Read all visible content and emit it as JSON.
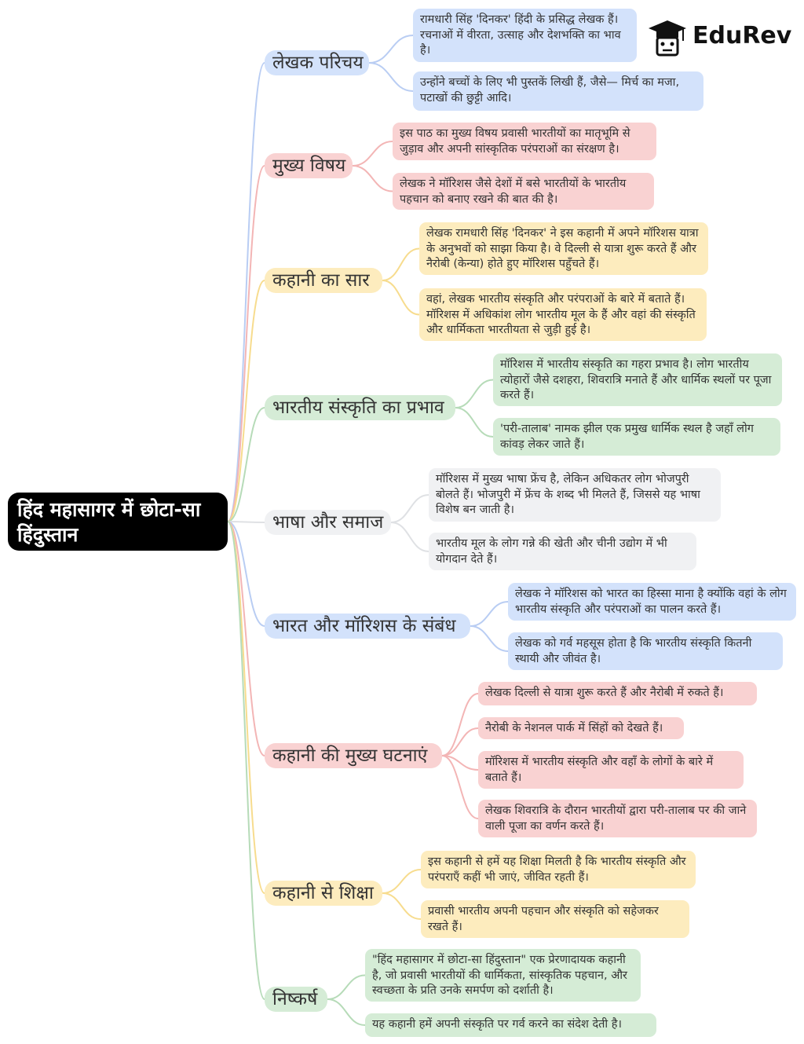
{
  "root": "हिंद महासागर में छोटा-सा हिंदुस्तान",
  "logo": {
    "text": "EduRev"
  },
  "colors": {
    "blue": "#d3e2fb",
    "red": "#f9d2d2",
    "yellow": "#fdecbe",
    "green": "#d5ecd6",
    "gray": "#f0f1f3"
  },
  "branches": [
    {
      "label": "लेखक परिचय",
      "color": "blue",
      "leaves": [
        "रामधारी सिंह 'दिनकर' हिंदी के प्रसिद्ध लेखक हैं। रचनाओं में वीरता, उत्साह और देशभक्ति का भाव है।",
        "उन्होंने बच्चों के लिए भी पुस्तकें लिखी हैं, जैसे— मिर्च का मजा, पटाखों की छुट्टी आदि।"
      ]
    },
    {
      "label": "मुख्य विषय",
      "color": "red",
      "leaves": [
        "इस पाठ का मुख्य विषय प्रवासी भारतीयों का मातृभूमि से जुड़ाव और अपनी सांस्कृतिक परंपराओं का संरक्षण है।",
        "लेखक ने मॉरिशस जैसे देशों में बसे भारतीयों के भारतीय पहचान को बनाए रखने की बात की है।"
      ]
    },
    {
      "label": "कहानी का सार",
      "color": "yellow",
      "leaves": [
        "लेखक रामधारी सिंह 'दिनकर' ने इस कहानी में अपने मॉरिशस यात्रा के अनुभवों को साझा किया है। वे दिल्ली से यात्रा शुरू करते हैं और नैरोबी (केन्या) होते हुए मॉरिशस पहुँचते हैं।",
        "वहां, लेखक भारतीय संस्कृति और परंपराओं के बारे में बताते हैं। मॉरिशस में अधिकांश लोग भारतीय मूल के हैं और वहां की संस्कृति और धार्मिकता भारतीयता से जुड़ी हुई है।"
      ]
    },
    {
      "label": "भारतीय संस्कृति का प्रभाव",
      "color": "green",
      "leaves": [
        "मॉरिशस में भारतीय संस्कृति का गहरा प्रभाव है। लोग भारतीय त्योहारों जैसे दशहरा, शिवरात्रि मनाते हैं और धार्मिक स्थलों पर पूजा करते हैं।",
        "'परी-तालाब' नामक झील एक प्रमुख धार्मिक स्थल है जहाँ लोग कांवड़ लेकर जाते हैं।"
      ]
    },
    {
      "label": "भाषा और समाज",
      "color": "gray",
      "leaves": [
        "मॉरिशस में मुख्य भाषा फ्रेंच है, लेकिन अधिकतर लोग भोजपुरी बोलते हैं। भोजपुरी में फ्रेंच के शब्द भी मिलते हैं, जिससे यह भाषा विशेष बन जाती है।",
        "भारतीय मूल के लोग गन्ने की खेती और चीनी उद्योग में भी योगदान देते हैं।"
      ]
    },
    {
      "label": "भारत और मॉरिशस के संबंध",
      "color": "blue",
      "leaves": [
        "लेखक ने मॉरिशस को भारत का हिस्सा माना है क्योंकि वहां के लोग भारतीय संस्कृति और परंपराओं का पालन करते हैं।",
        "लेखक को गर्व महसूस होता है कि भारतीय संस्कृति कितनी स्थायी और जीवंत है।"
      ]
    },
    {
      "label": "कहानी की मुख्य घटनाएं",
      "color": "red",
      "leaves": [
        "लेखक दिल्ली से यात्रा शुरू करते हैं और नैरोबी में रुकते हैं।",
        "नैरोबी के नेशनल पार्क में सिंहों को देखते हैं।",
        "मॉरिशस में भारतीय संस्कृति और वहाँ के लोगों के बारे में बताते हैं।",
        "लेखक शिवरात्रि के दौरान भारतीयों द्वारा परी-तालाब पर की जाने वाली पूजा का वर्णन करते हैं।"
      ]
    },
    {
      "label": "कहानी से शिक्षा",
      "color": "yellow",
      "leaves": [
        "इस कहानी से हमें यह शिक्षा मिलती है कि भारतीय संस्कृति और परंपराएँ कहीं भी जाएं, जीवित रहती हैं।",
        "प्रवासी भारतीय अपनी पहचान और संस्कृति को सहेजकर रखते हैं।"
      ]
    },
    {
      "label": "निष्कर्ष",
      "color": "green",
      "leaves": [
        "\"हिंद महासागर में छोटा-सा हिंदुस्तान\" एक प्रेरणादायक कहानी है, जो प्रवासी भारतीयों की धार्मिकता, सांस्कृतिक पहचान, और स्वच्छता के प्रति उनके समर्पण को दर्शाती है।",
        "यह कहानी हमें अपनी संस्कृति पर गर्व करने का संदेश देती है।"
      ]
    }
  ]
}
